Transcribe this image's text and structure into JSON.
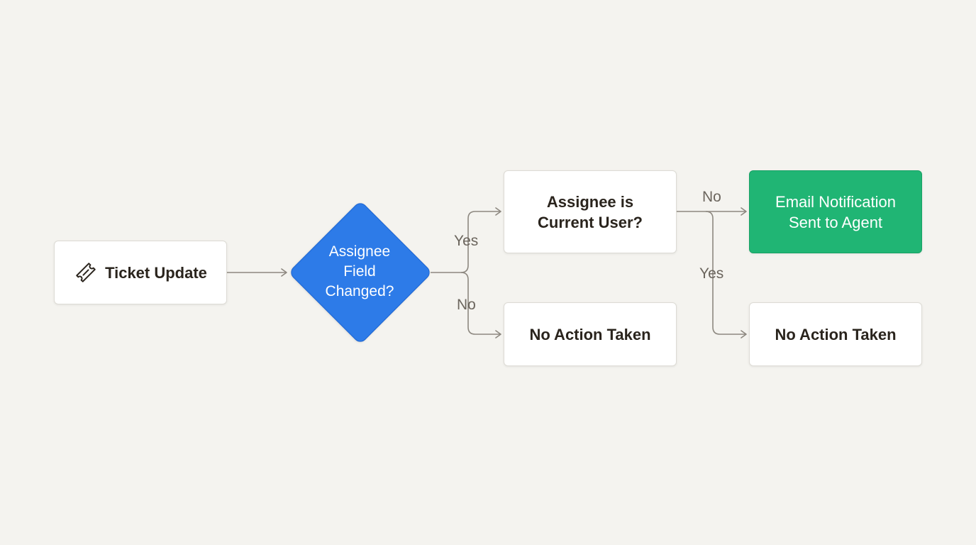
{
  "nodes": {
    "ticket_update": {
      "label": "Ticket Update",
      "icon": "ticket-icon"
    },
    "assignee_field_changed": {
      "label": "Assignee\nField\nChanged?"
    },
    "assignee_current_user": {
      "label": "Assignee is\nCurrent User?"
    },
    "no_action_1": {
      "label": "No Action Taken"
    },
    "email_notification": {
      "label": "Email Notification\nSent to Agent"
    },
    "no_action_2": {
      "label": "No Action Taken"
    }
  },
  "edges": {
    "changed_yes": "Yes",
    "changed_no": "No",
    "current_user_no": "No",
    "current_user_yes": "Yes"
  },
  "colors": {
    "background": "#f4f3ef",
    "decision": "#2d7be8",
    "success": "#20b574",
    "connector": "#8d8880"
  }
}
